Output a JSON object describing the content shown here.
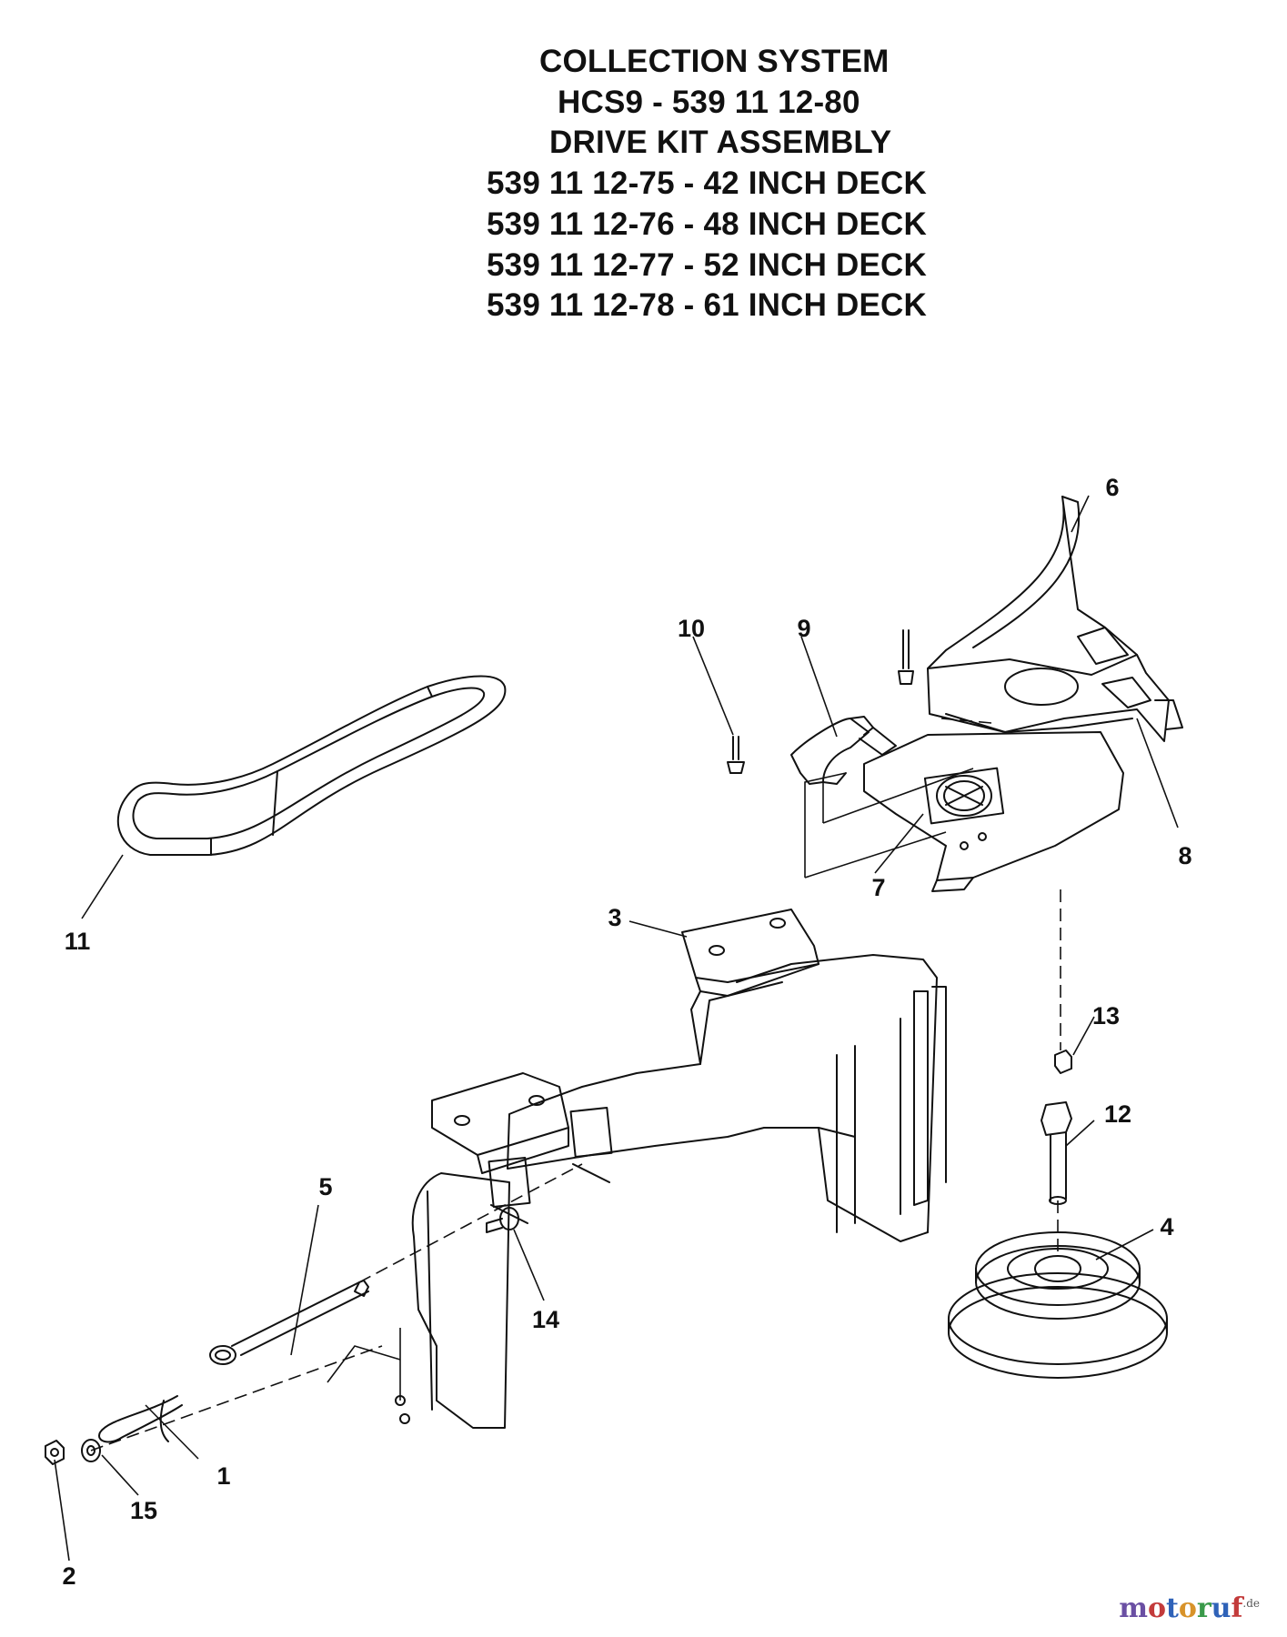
{
  "title": {
    "lines": [
      "COLLECTION SYSTEM",
      "HCS9 - 539 11 12-80",
      "DRIVE KIT ASSEMBLY",
      "539 11 12-75 - 42 INCH DECK",
      "539 11 12-76 - 48 INCH DECK",
      "539 11 12-77 - 52 INCH DECK",
      "539 11 12-78 - 61 INCH DECK"
    ]
  },
  "callouts": [
    "1",
    "2",
    "3",
    "4",
    "5",
    "6",
    "7",
    "8",
    "9",
    "10",
    "11",
    "12",
    "13",
    "14",
    "15"
  ],
  "watermark": {
    "letters": [
      "m",
      "o",
      "t",
      "o",
      "r",
      "u",
      "f"
    ],
    "letter_colors": [
      "#6a4fa3",
      "#c33b3b",
      "#2f62b8",
      "#d8932a",
      "#3a9a4a",
      "#2f62b8",
      "#c33b3b"
    ],
    "suffix": ".de"
  }
}
